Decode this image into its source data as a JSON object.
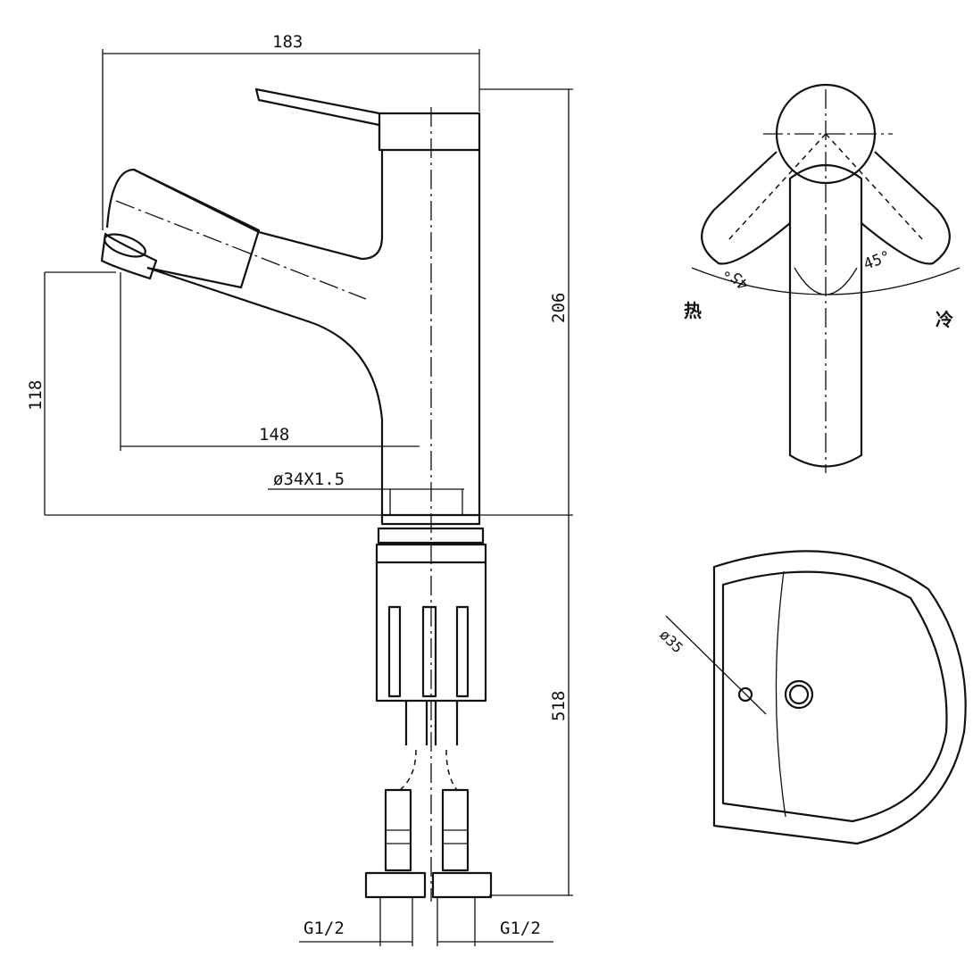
{
  "drawing": {
    "dimensions": {
      "overall_width": "183",
      "overall_height": "206",
      "spout_height": "118",
      "spout_reach": "148",
      "thread": "ø34X1.5",
      "hose_length": "518",
      "inlet_left": "G1/2",
      "inlet_right": "G1/2",
      "angle_left": "45°",
      "angle_right": "45°",
      "hole_diameter": "ø35"
    },
    "labels": {
      "hot": "热",
      "cold": "冷"
    },
    "line_color": "#111111"
  }
}
